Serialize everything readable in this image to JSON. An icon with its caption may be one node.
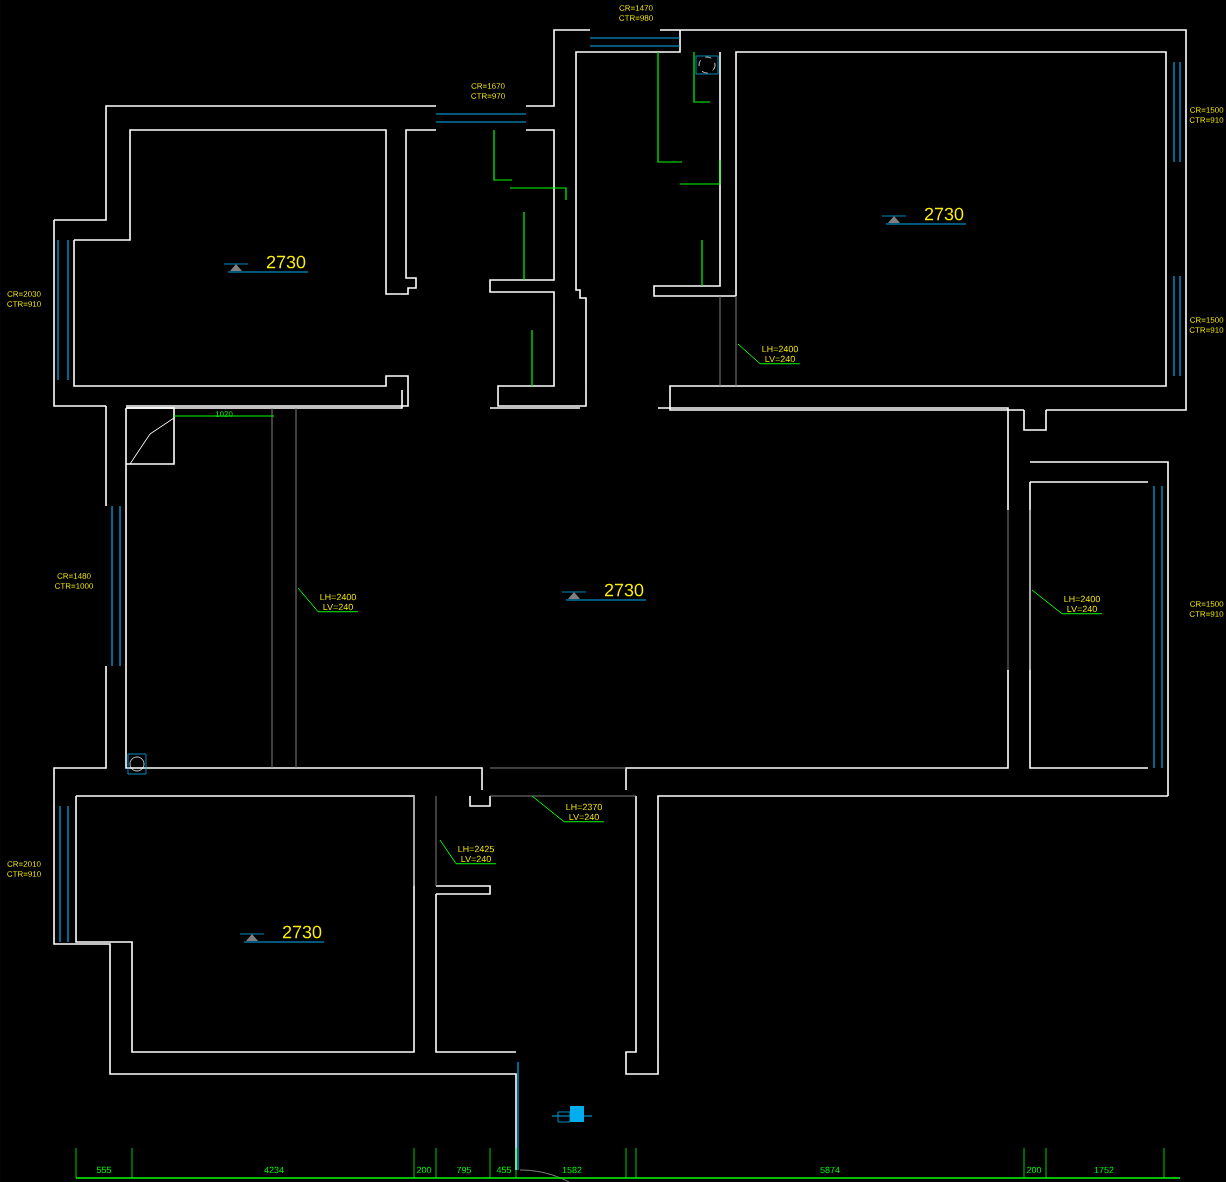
{
  "diagram": {
    "nodes": [
      {
        "text": [
          "LH=2400",
          "LV=240"
        ]
      },
      {
        "text": [
          "LH=2400",
          "LV=240"
        ]
      },
      {
        "text": [
          "LH=2400",
          "LV=240"
        ]
      },
      {
        "text": [
          "LH=2370",
          "LV=240"
        ]
      },
      {
        "text": [
          "LH=2425",
          "LV=240"
        ]
      }
    ],
    "edges": [
      {
        "from": 0,
        "to": null,
        "arrow": "none"
      },
      {
        "from": 1,
        "to": null,
        "arrow": "none"
      },
      {
        "from": 2,
        "to": null,
        "arrow": "none"
      },
      {
        "from": 3,
        "to": null,
        "arrow": "none"
      },
      {
        "from": 4,
        "to": null,
        "arrow": "none"
      }
    ],
    "labels": [
      "CR=1470",
      "CTR=980",
      "CR=1670",
      "CTR=970",
      "CR=2030",
      "CTR=910",
      "2730",
      "CR=1500",
      "CTR=910",
      "2730",
      "CR=1500",
      "CTR=910",
      "1020",
      "CR=1480",
      "CTR=1000",
      "2730",
      "CR=1500",
      "CTR=910",
      "CR=2010",
      "CTR=910",
      "2730",
      "555",
      "4234",
      "200",
      "795",
      "455",
      "1582",
      "5874",
      "200",
      "1752"
    ]
  }
}
